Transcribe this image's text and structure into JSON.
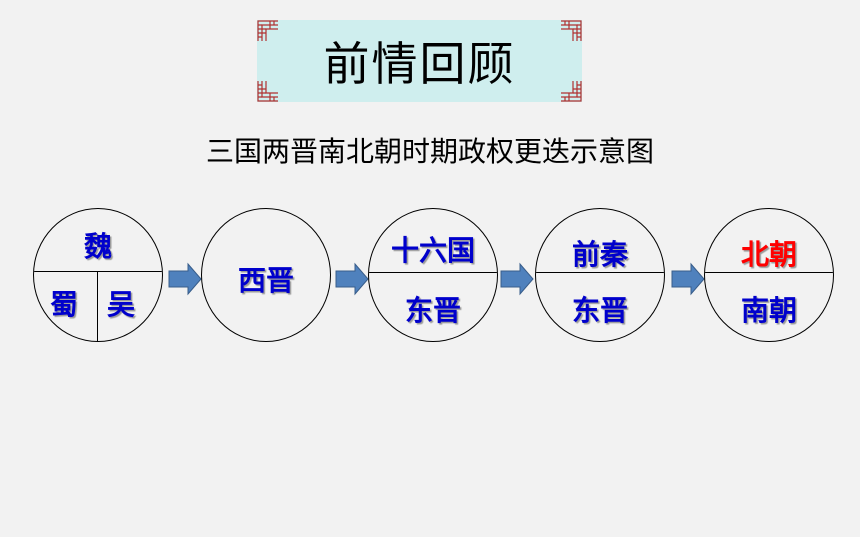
{
  "header": {
    "title": "前情回顾"
  },
  "subtitle": "三国两晋南北朝时期政权更迭示意图",
  "nodes": {
    "n1": {
      "top": "魏",
      "left": "蜀",
      "right": "吴"
    },
    "n2": {
      "single": "西晋"
    },
    "n3": {
      "top": "十六国",
      "bottom": "东晋"
    },
    "n4": {
      "top": "前秦",
      "bottom": "东晋"
    },
    "n5": {
      "top": "北朝",
      "bottom": "南朝"
    }
  },
  "colors": {
    "label": "#0000cc",
    "highlight": "#ff0000",
    "title_bg": "#cfeeee",
    "arrow": "#4f81bd"
  }
}
